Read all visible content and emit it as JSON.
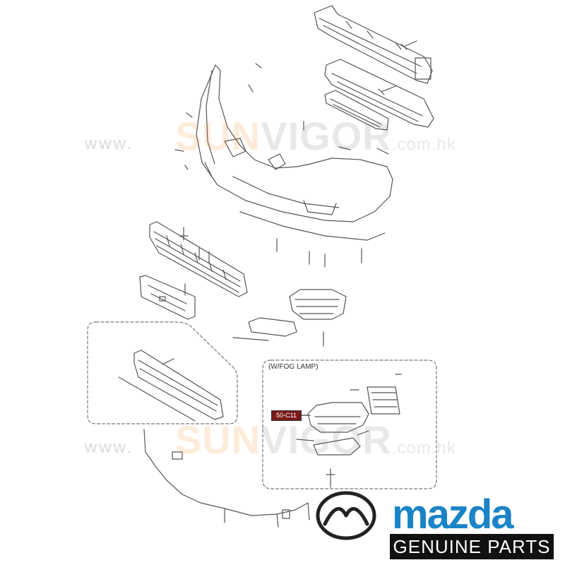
{
  "watermark": {
    "brand_a": "SUN",
    "brand_b": "VIGOR",
    "domain_suffix": ".com.hk",
    "prefix": "www."
  },
  "inset": {
    "label": "(W/FOG LAMP)"
  },
  "callout": {
    "part_code": "50-C11"
  },
  "brand": {
    "name": "mazda",
    "tagline": "GENUINE PARTS",
    "accent_color": "#1a84c6",
    "logo_icon": "mazda-wing-emblem"
  },
  "colors": {
    "line": "#555555",
    "watermark_orange": "#f08c1a",
    "watermark_gray": "#777777"
  }
}
